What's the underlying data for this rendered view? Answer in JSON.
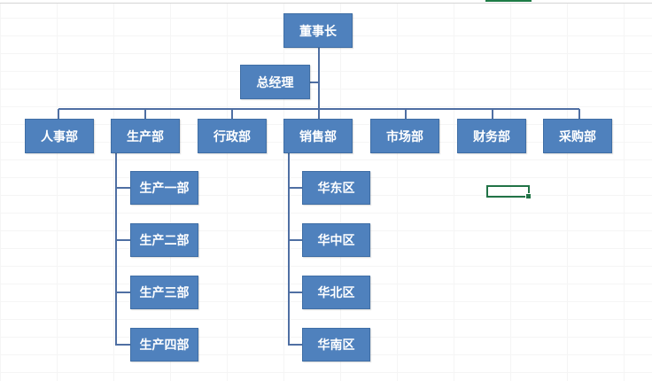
{
  "chairman": "董事长",
  "general_manager": "总经理",
  "departments": [
    "人事部",
    "生产部",
    "行政部",
    "销售部",
    "市场部",
    "财务部",
    "采购部"
  ],
  "production_units": [
    "生产一部",
    "生产二部",
    "生产三部",
    "生产四部"
  ],
  "sales_regions": [
    "华东区",
    "华中区",
    "华北区",
    "华南区"
  ],
  "colors": {
    "box_fill": "#4f81bd",
    "connector": "#4f6fa3",
    "selection": "#217346"
  }
}
